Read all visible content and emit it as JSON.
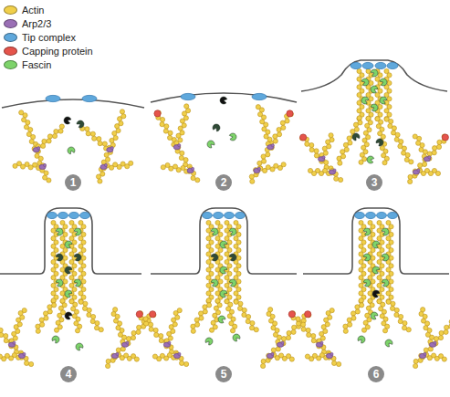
{
  "diagram": {
    "labels": [
      "1",
      "2",
      "3",
      "4",
      "5",
      "6"
    ],
    "legend": [
      {
        "text": "Actin",
        "color": "#f0cf4a"
      },
      {
        "text": "Arp2/3",
        "color": "#9a6fb5"
      },
      {
        "text": "Tip complex",
        "color": "#5fa8dc"
      },
      {
        "text": "Capping protein",
        "color": "#e5544b"
      },
      {
        "text": "Fascin",
        "color": "#7dd36a"
      }
    ]
  }
}
